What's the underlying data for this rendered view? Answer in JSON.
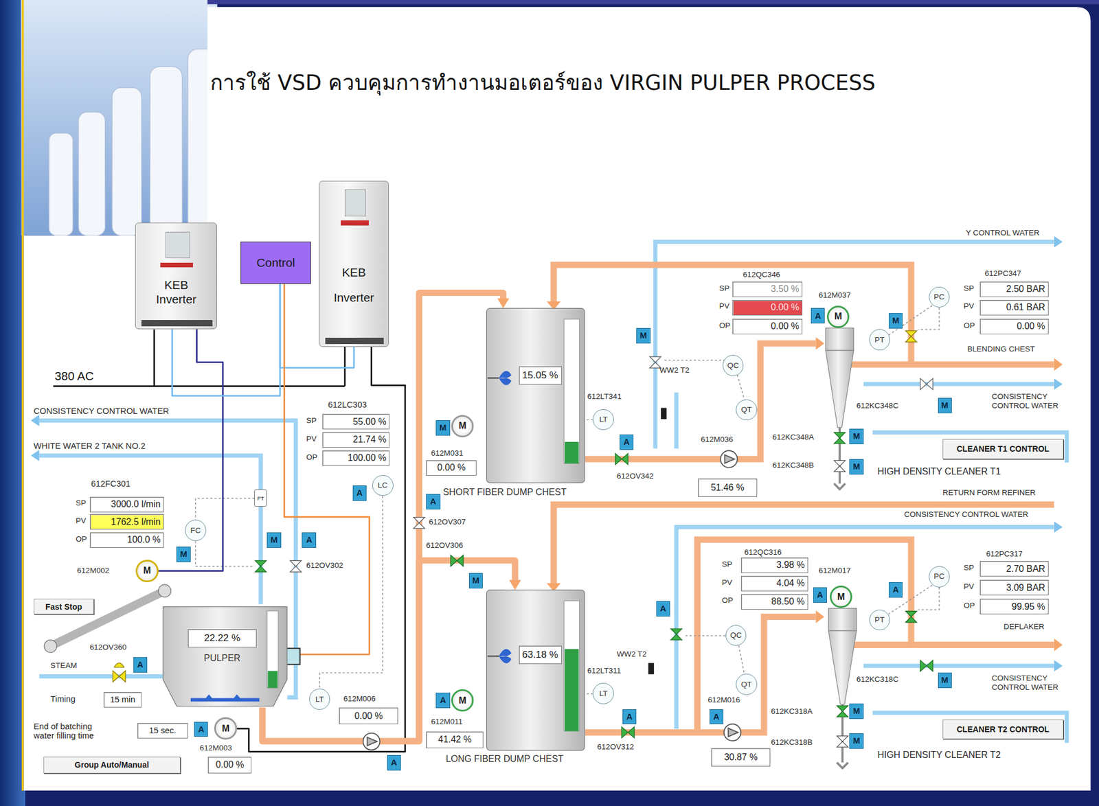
{
  "diagram": {
    "title": "การใช้ VSD ควบคุมการทำงานมอเตอร์ของ VIRGIN PULPER PROCESS",
    "nodes": [
      {
        "text": [
          "KEB Inverter"
        ]
      },
      {
        "text": [
          "Control"
        ]
      },
      {
        "text": [
          "KEB Inverter"
        ]
      },
      {
        "text": [
          "SHORT FIBER DUMP CHEST"
        ]
      },
      {
        "text": [
          "15.05 %"
        ],
        "in": 3
      },
      {
        "text": [
          "PULPER"
        ]
      },
      {
        "text": [
          "22.22 %"
        ],
        "in": 5
      },
      {
        "text": [
          "LONG FIBER DUMP CHEST"
        ]
      },
      {
        "text": [
          "63.18 %"
        ],
        "in": 7
      },
      {
        "text": [
          "3000.0 l/min"
        ]
      },
      {
        "text": [
          "1762.5 l/min"
        ]
      },
      {
        "text": [
          "100.0 %"
        ]
      },
      {
        "text": [
          "55.00 %"
        ]
      },
      {
        "text": [
          "21.74 %"
        ]
      },
      {
        "text": [
          "100.00 %"
        ]
      },
      {
        "text": [
          "3.50 %"
        ]
      },
      {
        "text": [
          "0.00 %"
        ]
      },
      {
        "text": [
          "0.00 %"
        ]
      },
      {
        "text": [
          "2.50 BAR"
        ]
      },
      {
        "text": [
          "0.61 BAR"
        ]
      },
      {
        "text": [
          "0.00 %"
        ]
      },
      {
        "text": [
          "3.98 %"
        ]
      },
      {
        "text": [
          "4.04 %"
        ]
      },
      {
        "text": [
          "88.50 %"
        ]
      },
      {
        "text": [
          "2.70 BAR"
        ]
      },
      {
        "text": [
          "3.09 BAR"
        ]
      },
      {
        "text": [
          "99.95 %"
        ]
      },
      {
        "text": [
          "0.00 %"
        ]
      },
      {
        "text": [
          "51.46 %"
        ]
      },
      {
        "text": [
          "0.00 %"
        ]
      },
      {
        "text": [
          "41.42 %"
        ]
      },
      {
        "text": [
          "30.87 %"
        ]
      },
      {
        "text": [
          "0.00 %"
        ]
      },
      {
        "text": [
          "15 min"
        ]
      },
      {
        "text": [
          "15 sec."
        ]
      },
      {
        "text": [
          "Fast Stop"
        ]
      },
      {
        "text": [
          "Group Auto/Manual"
        ]
      },
      {
        "text": [
          "CLEANER T1 CONTROL"
        ]
      },
      {
        "text": [
          "CLEANER T2 CONTROL"
        ]
      },
      {
        "text": [
          "FC"
        ]
      },
      {
        "text": [
          "LC"
        ]
      },
      {
        "text": [
          "LT"
        ]
      },
      {
        "text": [
          "LT"
        ]
      },
      {
        "text": [
          "QC"
        ]
      },
      {
        "text": [
          "QT"
        ]
      },
      {
        "text": [
          "PC"
        ]
      },
      {
        "text": [
          "PT"
        ]
      },
      {
        "text": [
          "LT"
        ]
      },
      {
        "text": [
          "QC"
        ]
      },
      {
        "text": [
          "QT"
        ]
      },
      {
        "text": [
          "PC"
        ]
      },
      {
        "text": [
          "PT"
        ]
      },
      {
        "text": [
          "FT"
        ]
      },
      {
        "text": [
          "M"
        ]
      },
      {
        "text": [
          "M"
        ]
      },
      {
        "text": [
          "M"
        ]
      },
      {
        "text": [
          "M"
        ]
      },
      {
        "text": [
          "M"
        ]
      },
      {
        "text": [
          "M"
        ]
      },
      {
        "text": [
          "M"
        ]
      },
      {
        "text": [
          "M"
        ]
      },
      {
        "text": [
          "A"
        ]
      },
      {
        "text": [
          "A"
        ]
      },
      {
        "text": [
          "A"
        ]
      },
      {
        "text": [
          "A"
        ]
      },
      {
        "text": [
          "A"
        ]
      },
      {
        "text": [
          "M"
        ]
      },
      {
        "text": [
          "A"
        ]
      },
      {
        "text": [
          "M"
        ]
      },
      {
        "text": [
          "A"
        ]
      },
      {
        "text": [
          "A"
        ]
      },
      {
        "text": [
          "M"
        ]
      },
      {
        "text": [
          "A"
        ]
      },
      {
        "text": [
          "M"
        ]
      },
      {
        "text": [
          "M"
        ]
      },
      {
        "text": [
          "M"
        ]
      },
      {
        "text": [
          "M"
        ]
      },
      {
        "text": [
          "A"
        ]
      },
      {
        "text": [
          "A"
        ]
      },
      {
        "text": [
          "A"
        ]
      },
      {
        "text": [
          "A"
        ]
      },
      {
        "text": [
          "A"
        ]
      },
      {
        "text": [
          "M"
        ]
      },
      {
        "text": [
          "M"
        ]
      },
      {
        "text": [
          "M"
        ]
      }
    ],
    "edges": [
      {
        "from": 0,
        "to": 53,
        "arrow": "none"
      },
      {
        "from": 2,
        "to": 54,
        "arrow": "none"
      },
      {
        "from": 0,
        "to": 1,
        "arrow": "none"
      },
      {
        "from": 2,
        "to": 1,
        "arrow": "none"
      },
      {
        "from": 1,
        "to": 5,
        "arrow": "none"
      },
      {
        "from": 5,
        "to": 3,
        "arrow": "to"
      },
      {
        "from": 5,
        "to": 7,
        "arrow": "to"
      }
    ],
    "labels": [
      "380 AC",
      "CONSISTENCY CONTROL WATER",
      "WHITE WATER 2 TANK NO.2",
      "612FC301",
      "SP",
      "PV",
      "OP",
      "612M002",
      "612OV360",
      "STEAM",
      "Timing",
      "End of batching water filling time",
      "612M003",
      "612LC303",
      "SP",
      "PV",
      "OP",
      "612OV302",
      "612M006",
      "612OV307",
      "612OV306",
      "612M031",
      "612M011",
      "612LT341",
      "612OV342",
      "612M036",
      "WW2 T2",
      "612QC346",
      "SP",
      "PV",
      "OP",
      "612M037",
      "612PC347",
      "SP",
      "PV",
      "OP",
      "BLENDING CHEST",
      "Y CONTROL WATER",
      "CONSISTENCY CONTROL WATER",
      "612KC348C",
      "612KC348A",
      "612KC348B",
      "HIGH DENSITY CLEANER T1",
      "RETURN FORM REFINER",
      "CONSISTENCY CONTROL WATER",
      "612QC316",
      "SP",
      "PV",
      "OP",
      "612M017",
      "612PC317",
      "SP",
      "PV",
      "OP",
      "DEFLAKER",
      "WW2 T2",
      "612LT311",
      "612OV312",
      "612M016",
      "612KC318C",
      "CONSISTENCY CONTROL WATER",
      "612KC318A",
      "612KC318B",
      "HIGH DENSITY CLEANER T2"
    ]
  }
}
